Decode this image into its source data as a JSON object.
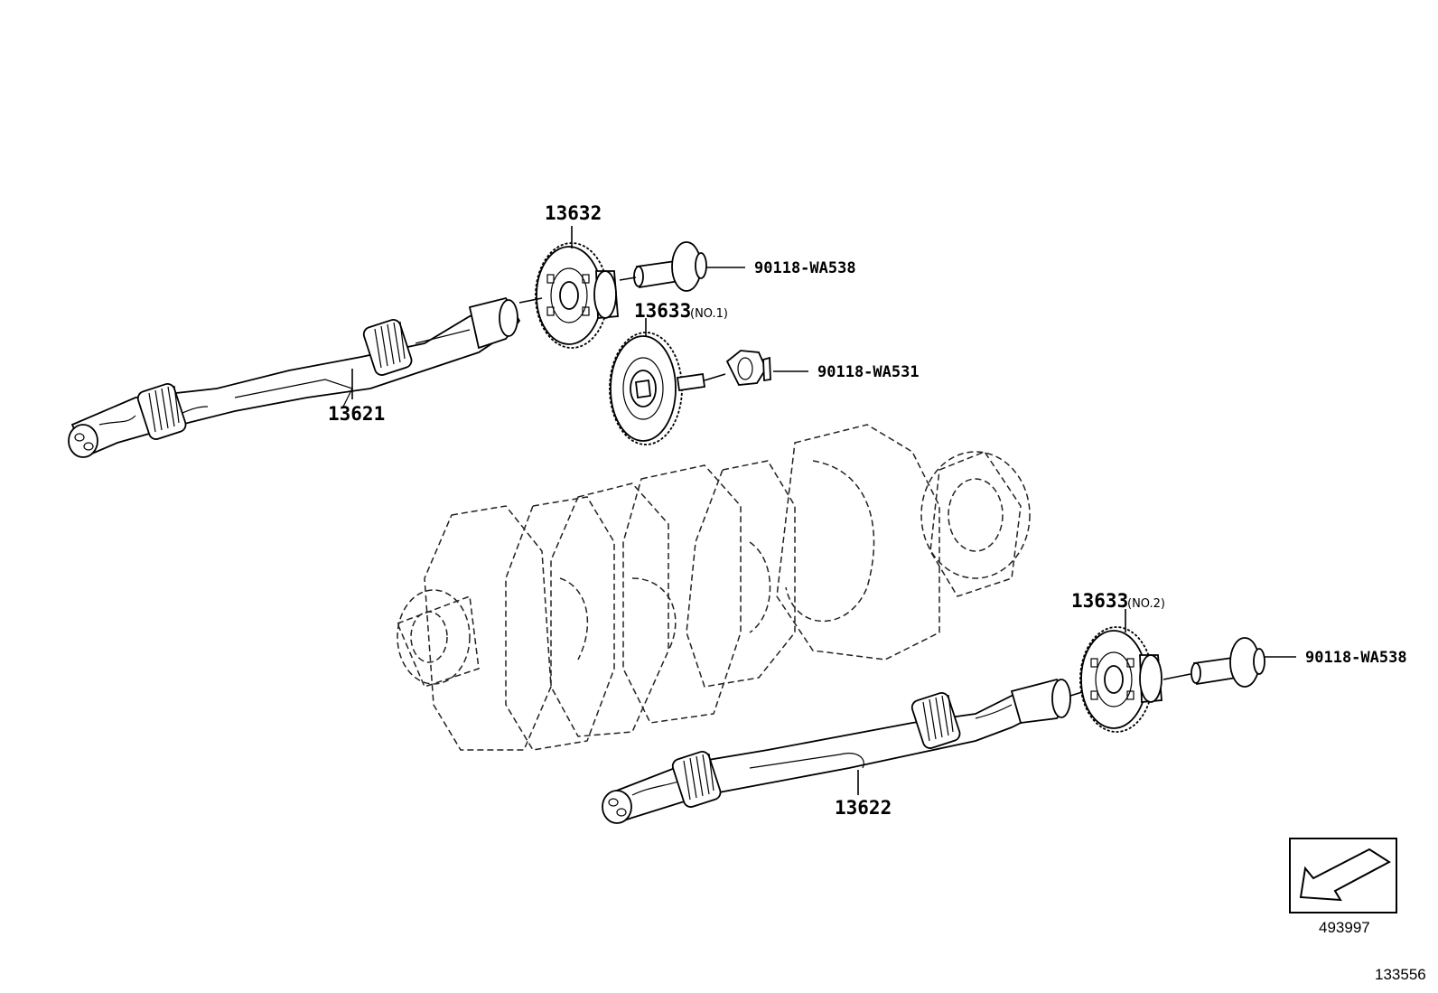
{
  "callouts": {
    "gear_13632": "13632",
    "gear_13633_no1": "13633",
    "gear_13633_no1_suffix": "(NO.1)",
    "shaft_13621": "13621",
    "bolt_upper": "90118-WA538",
    "nut_upper": "90118-WA531",
    "gear_13633_no2": "13633",
    "gear_13633_no2_suffix": "(NO.2)",
    "bolt_lower": "90118-WA538",
    "shaft_13622": "13622"
  },
  "view_indicator": {
    "code": "493997"
  },
  "illustration_id": "133556"
}
